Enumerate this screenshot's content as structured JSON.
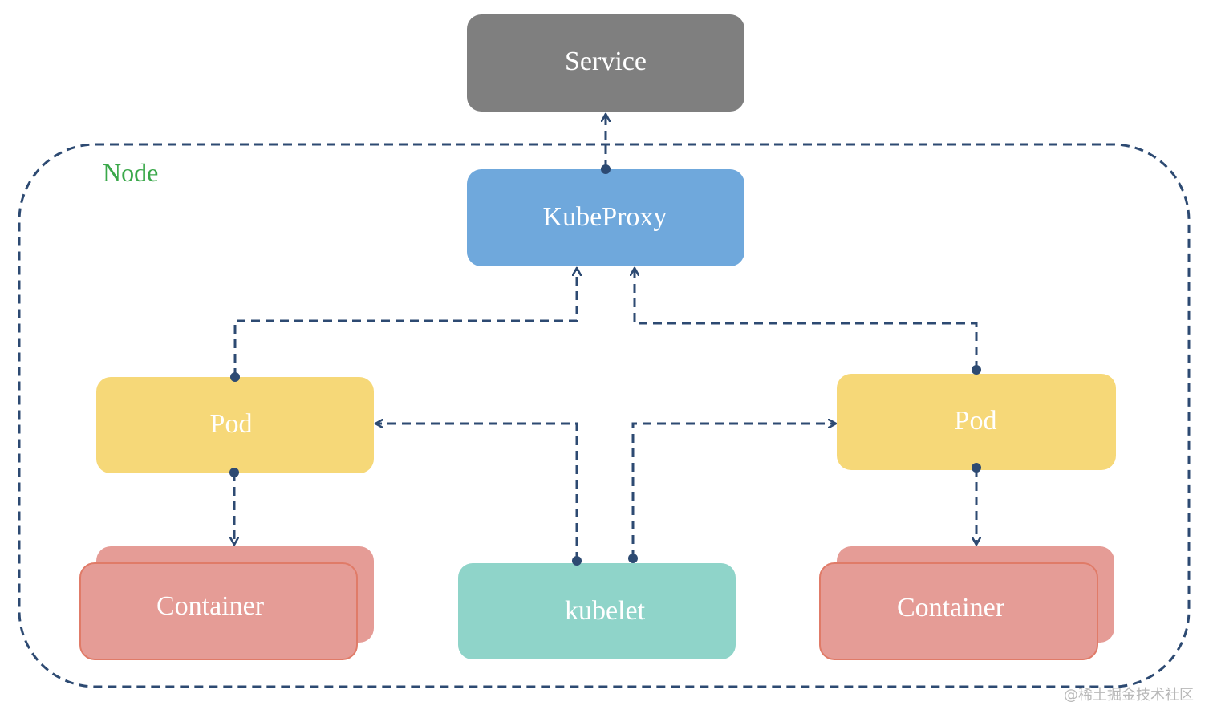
{
  "diagram": {
    "boundary": {
      "label": "Node"
    },
    "nodes": {
      "service": {
        "label": "Service"
      },
      "kubeproxy": {
        "label": "KubeProxy"
      },
      "pod_left": {
        "label": "Pod"
      },
      "pod_right": {
        "label": "Pod"
      },
      "container_left": {
        "label": "Container"
      },
      "container_right": {
        "label": "Container"
      },
      "kubelet": {
        "label": "kubelet"
      }
    },
    "colors": {
      "service": "#7f7f7f",
      "kubeproxy": "#6fa8dc",
      "pod": "#f6d878",
      "container": "#e59c96",
      "container_border": "#e07b68",
      "kubelet": "#8fd4c9",
      "edge": "#2d4a72",
      "boundary": "#2d4a72",
      "boundary_label": "#3aa84a"
    },
    "edges": [
      {
        "from": "kubeproxy",
        "to": "service"
      },
      {
        "from": "pod_left",
        "to": "kubeproxy"
      },
      {
        "from": "pod_right",
        "to": "kubeproxy"
      },
      {
        "from": "kubelet",
        "to": "pod_left"
      },
      {
        "from": "kubelet",
        "to": "pod_right"
      },
      {
        "from": "pod_left",
        "to": "container_left"
      },
      {
        "from": "pod_right",
        "to": "container_right"
      }
    ]
  },
  "watermark": "@稀土掘金技术社区"
}
